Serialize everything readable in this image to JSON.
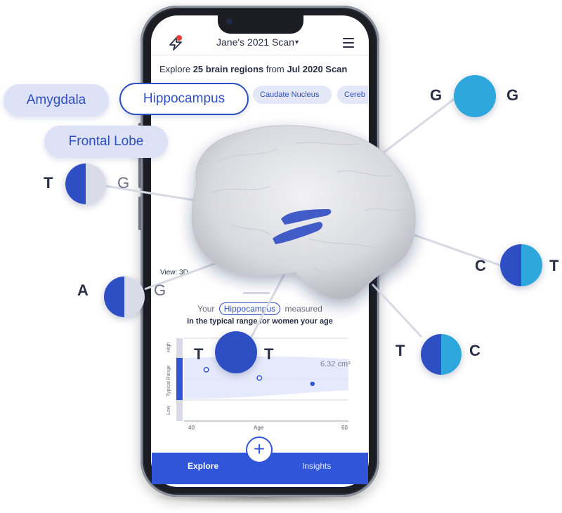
{
  "app": {
    "scan_title": "Jane's 2021 Scan",
    "caret": "▾",
    "logo_icon": "bolt-icon",
    "menu_icon": "hamburger-menu-icon"
  },
  "explore": {
    "prefix": "Explore ",
    "count": "25 brain regions",
    "middle": " from ",
    "scan": "Jul 2020 Scan"
  },
  "region_chips_small": [
    "Caudate Nucleus",
    "Cereb"
  ],
  "region_chips_big": [
    "Amygdala",
    "Hippocampus",
    "Frontal Lobe"
  ],
  "view_label": "View: 3D",
  "measurement": {
    "prefix": "Your",
    "region": "Hippocampus",
    "suffix": "measured",
    "line2": "in the typical range for women your age",
    "value_label": "6.32 cm³"
  },
  "chart_data": {
    "type": "scatter",
    "y_bands": [
      "High",
      "Typical Range",
      "Low"
    ],
    "xlabel": "Age",
    "x_ticks": [
      "40",
      "60"
    ],
    "xlim": [
      40,
      60
    ],
    "points": [
      {
        "x": 42,
        "y": 0.62,
        "style": "hollow"
      },
      {
        "x": 49,
        "y": 0.52,
        "style": "hollow"
      },
      {
        "x": 56,
        "y": 0.45,
        "style": "filled"
      }
    ]
  },
  "tabs": {
    "explore": "Explore",
    "insights": "Insights",
    "add": "+"
  },
  "genes": [
    {
      "left": "G",
      "right": "G"
    },
    {
      "left": "T",
      "right": "G"
    },
    {
      "left": "T",
      "right": "T"
    },
    {
      "left": "C",
      "right": "T"
    },
    {
      "left": "A",
      "right": "G"
    },
    {
      "left": "T",
      "right": "C"
    }
  ],
  "colors": {
    "primary": "#3055d9",
    "accent_light": "#2ea8dc",
    "chip_bg": "#dde2f6",
    "allele_light": "#d9dbe8",
    "text_dark": "#2a2f45"
  }
}
